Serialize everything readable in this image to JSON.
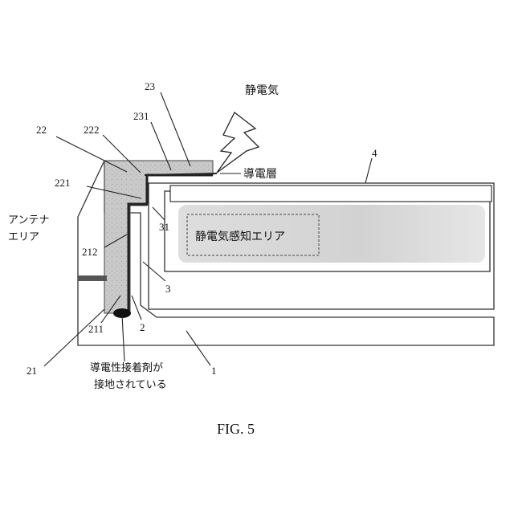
{
  "labels": {
    "n23": "23",
    "n231": "231",
    "n22": "22",
    "n222": "222",
    "n221": "221",
    "n212": "212",
    "n211": "211",
    "n21": "21",
    "n2": "2",
    "n3": "3",
    "n31": "31",
    "n4": "4",
    "n1": "1",
    "static_electricity": "静電気",
    "conductive_layer": "導電層",
    "sensing_area": "静電気感知エリア",
    "antenna_area_line1": "アンテナ",
    "antenna_area_line2": "エリア",
    "adhesive_line1": "導電性接着剤が",
    "adhesive_line2": "接地されている"
  },
  "caption": "FIG. 5",
  "colors": {
    "antenna_fill": "#c8c8c8",
    "conductive_strip": "#2a2a2a",
    "sensing_area_fill": "#d9d9d9",
    "outline": "#333333"
  }
}
